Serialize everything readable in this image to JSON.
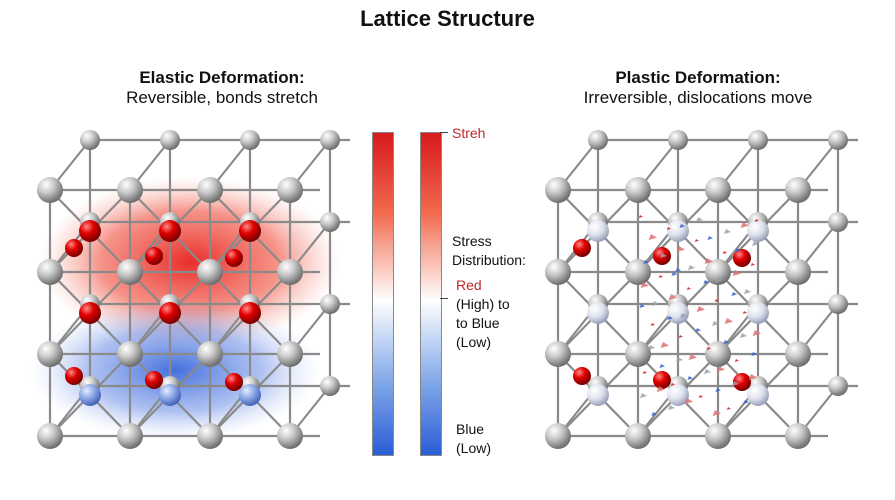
{
  "title": "Lattice Structure",
  "left_panel": {
    "heading": "Elastic Deformation:",
    "subtitle": "Reversible, bonds stretch"
  },
  "right_panel": {
    "heading": "Plastic Deformation:",
    "subtitle": "Irreversible, dislocations move"
  },
  "legend": {
    "top_label": "Streh",
    "mid_label_1": "Stress",
    "mid_label_2": "Distribution:",
    "red_label": "Red",
    "high_label": "(High) to",
    "to_blue_label": "to Blue",
    "low_label_1": "(Low)",
    "blue_label": "Blue",
    "low_label_2": "(Low)"
  },
  "colors": {
    "stress_high": "#d7191c",
    "stress_low": "#2b5cd6",
    "atom_gray": "#9a9a9a",
    "atom_red": "#cc0000",
    "label_red": "#c0282a"
  }
}
